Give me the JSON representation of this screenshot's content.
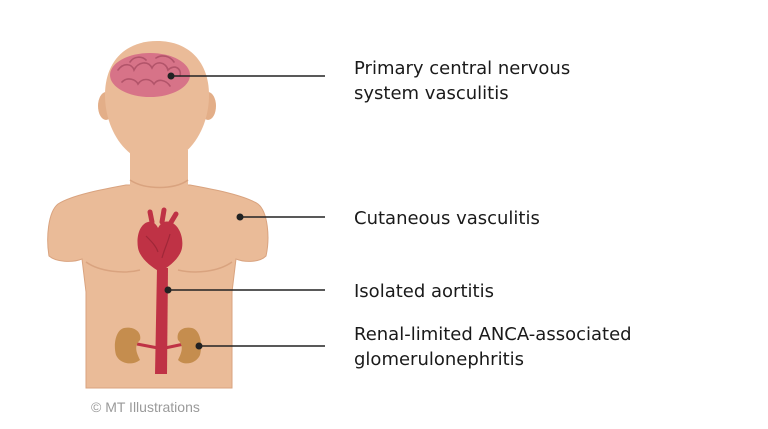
{
  "labels": {
    "cns": [
      "Primary central nervous",
      "system vasculitis"
    ],
    "cutaneous": "Cutaneous vasculitis",
    "aortitis": "Isolated aortitis",
    "renal": [
      "Renal-limited ANCA-associated",
      "glomerulonephritis"
    ]
  },
  "credit": "© MT Illustrations",
  "colors": {
    "skin": "#EABB98",
    "skin_shadow": "#D9A37F",
    "brain": "#D77388",
    "heart": "#BF3245",
    "kidney": "#C58D4E",
    "leader_line": "#222222"
  }
}
